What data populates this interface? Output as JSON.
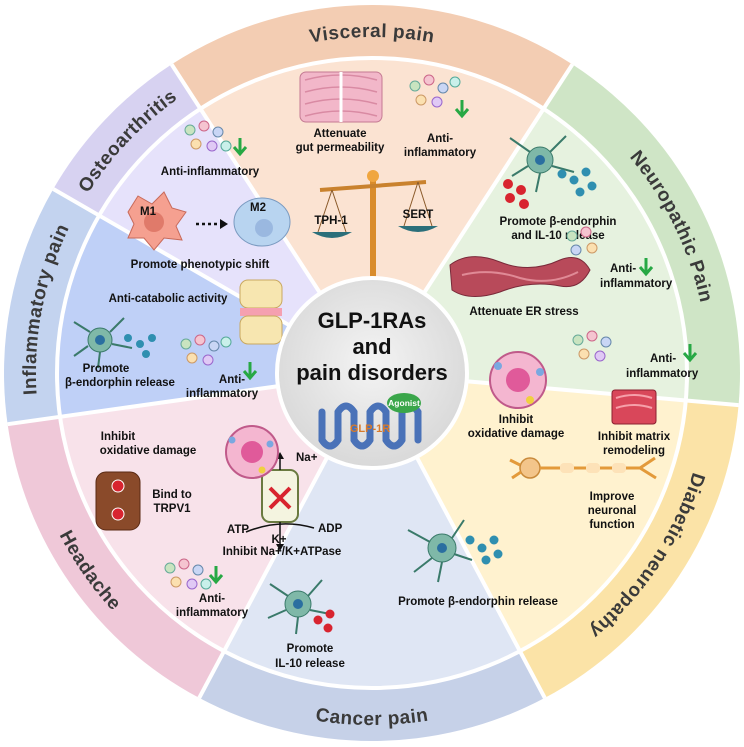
{
  "center": {
    "title_lines": [
      "GLP-1RAs",
      "and",
      "pain disorders"
    ],
    "agonist_label": "Agonist",
    "receptor_label": "GLP-1R"
  },
  "sectors": {
    "visceral": {
      "name": "Visceral pain",
      "labels": {
        "gut_1": "Attenuate",
        "gut_2": "gut permeability",
        "anti_1": "Anti-",
        "anti_2": "inflammatory",
        "tph": "TPH-1",
        "sert": "SERT"
      }
    },
    "neuropathic": {
      "name": "Neuropathic Pain",
      "labels": {
        "endo_1": "Promote β-endorphin",
        "endo_2": "and IL-10 release",
        "anti_1": "Anti-",
        "anti_2": "inflammatory",
        "er": "Attenuate ER stress"
      }
    },
    "diabetic": {
      "name": "Diabetic neuropathy",
      "labels": {
        "anti_1": "Anti-",
        "anti_2": "inflammatory",
        "oxi_1": "Inhibit",
        "oxi_2": "oxidative damage",
        "matrix_1": "Inhibit matrix",
        "matrix_2": "remodeling",
        "neuro_1": "Improve",
        "neuro_2": "neuronal",
        "neuro_3": "function"
      }
    },
    "cancer": {
      "name": "Cancer pain",
      "labels": {
        "endo": "Promote β-endorphin release"
      }
    },
    "headache": {
      "name": "Headache",
      "labels": {
        "na": "Na+",
        "atp": "ATP",
        "adp": "ADP",
        "k": "K+",
        "inhibit": "Inhibit Na+/K+ATPase",
        "anti_1": "Anti-",
        "anti_2": "inflammatory",
        "il_1": "Promote",
        "il_2": "IL-10 release"
      }
    },
    "inflammatory": {
      "name": "Inflammatory pain",
      "labels": {
        "endo_1": "Promote",
        "endo_2": "β-endorphin release",
        "anti_1": "Anti-",
        "anti_2": "inflammatory",
        "oxi_1": "Inhibit",
        "oxi_2": "oxidative damage",
        "trpv_1": "Bind to",
        "trpv_2": "TRPV1"
      }
    },
    "osteoarthritis": {
      "name": "Osteoarthritis",
      "labels": {
        "anti": "Anti-inflammatory",
        "m1": "M1",
        "m2": "M2",
        "shift": "Promote phenotypic shift",
        "catabolic": "Anti-catabolic activity"
      }
    }
  },
  "colors": {
    "visceral_outer": "#f3cdb3",
    "visceral_inner": "#fbe3d2",
    "neuropathic_outer": "#cfe5c6",
    "neuropathic_inner": "#e6f2df",
    "diabetic_outer": "#fbe3a7",
    "diabetic_inner": "#fff2cf",
    "cancer_outer": "#c6d1e8",
    "cancer_inner": "#dfe6f4",
    "headache_outer": "#efc8d8",
    "headache_inner": "#f8e2ea",
    "inflammatory_outer": "#c3d3ef",
    "inflammatory_inner": "#bfd0f7",
    "osteo_outer": "#d7d2f1",
    "osteo_inner": "#e6e2fb",
    "center": "#dcdcdc",
    "down_arrow": "#27a844"
  }
}
